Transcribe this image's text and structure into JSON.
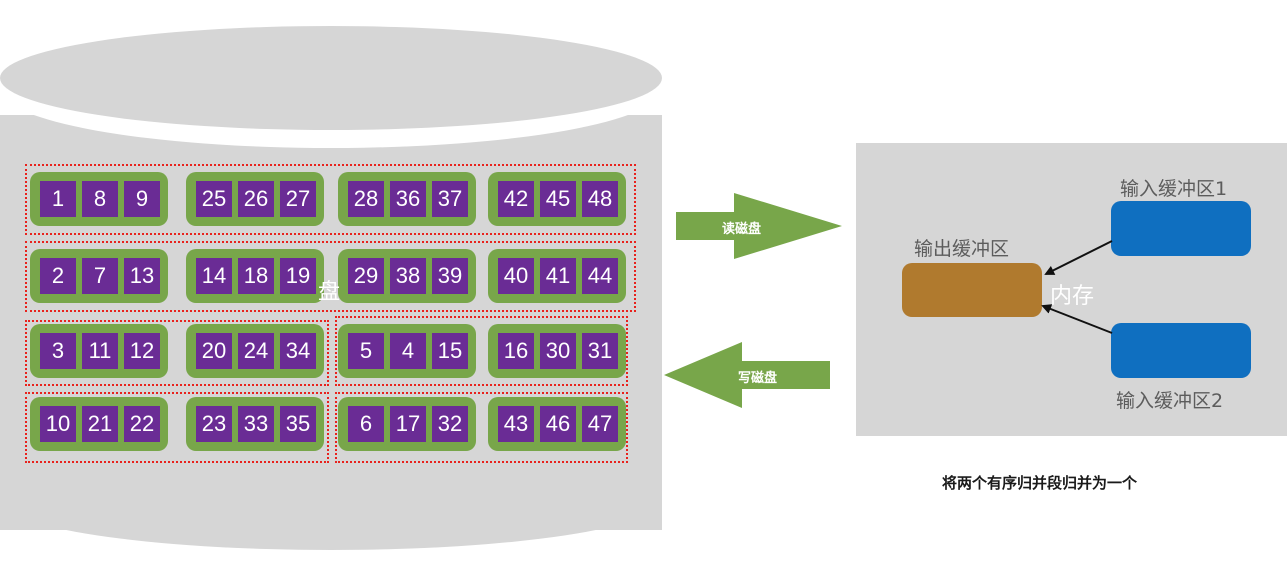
{
  "disk": {
    "label": "盘",
    "rows": [
      {
        "groups": [
          [
            1,
            8,
            9
          ],
          [
            25,
            26,
            27
          ],
          [
            28,
            36,
            37
          ],
          [
            42,
            45,
            48
          ]
        ]
      },
      {
        "groups": [
          [
            2,
            7,
            13
          ],
          [
            14,
            18,
            19
          ],
          [
            29,
            38,
            39
          ],
          [
            40,
            41,
            44
          ]
        ]
      },
      {
        "groups": [
          [
            3,
            11,
            12
          ],
          [
            20,
            24,
            34
          ],
          [
            5,
            4,
            15
          ],
          [
            16,
            30,
            31
          ]
        ]
      },
      {
        "groups": [
          [
            10,
            21,
            22
          ],
          [
            23,
            33,
            35
          ],
          [
            6,
            17,
            32
          ],
          [
            43,
            46,
            47
          ]
        ]
      }
    ]
  },
  "arrows": {
    "read": "读磁盘",
    "write": "写磁盘"
  },
  "memory": {
    "label": "内存",
    "output_buffer": "输出缓冲区",
    "input_buffer_1": "输入缓冲区1",
    "input_buffer_2": "输入缓冲区2"
  },
  "caption": "将两个有序归并段归并为一个",
  "colors": {
    "group": "#78a64a",
    "cell": "#6a2c95",
    "input_buffer": "#0f6fc0",
    "output_buffer": "#b07a2e",
    "dashed": "#e8221d"
  }
}
